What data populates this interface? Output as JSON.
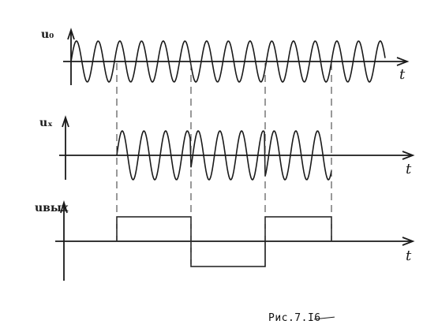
{
  "diagram": {
    "signals": [
      {
        "id": "u0",
        "label": "u₀",
        "axis_label": "t",
        "type": "reference-oscillation"
      },
      {
        "id": "ux",
        "label": "uₓ",
        "axis_label": "t",
        "type": "phase-switched-oscillation"
      },
      {
        "id": "uout",
        "label": "uвых",
        "axis_label": "t",
        "type": "rectangular-pulses"
      }
    ],
    "caption": "Рис.7.I6",
    "colors": {
      "ink": "#1a1a1a",
      "background": "#ffffff"
    }
  }
}
